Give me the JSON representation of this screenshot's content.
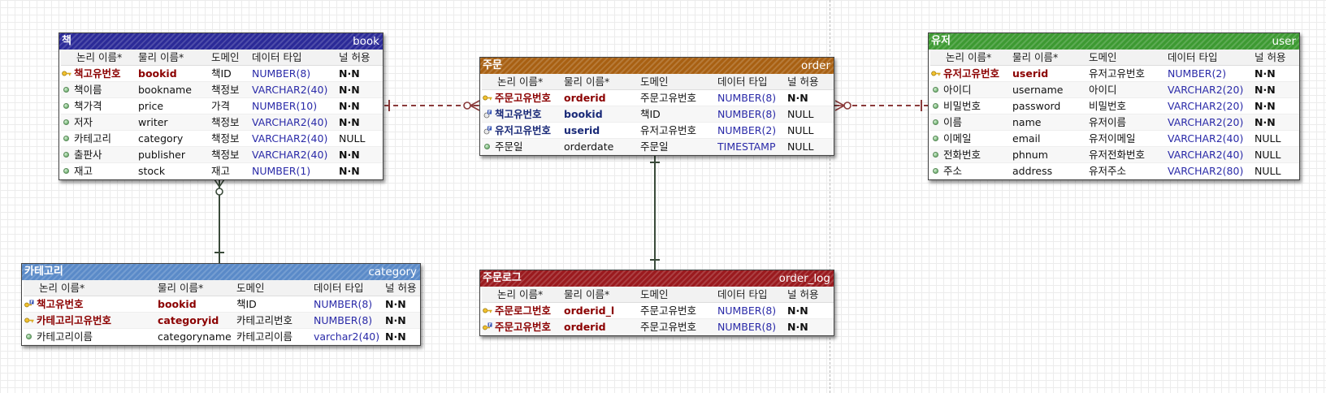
{
  "columns": {
    "logical": "논리 이름*",
    "physical": "물리 이름*",
    "domain": "도메인",
    "datatype": "데이터 타입",
    "nullable": "널 허용"
  },
  "colors": {
    "book": "#2b2a98",
    "category": "#5a8ac8",
    "order": "#a86012",
    "user": "#3d9a32",
    "order_log": "#9a1a1e",
    "relationship": "#8a3a3a",
    "grid": "#ececec"
  },
  "icons": {
    "primary_key": "key-icon",
    "foreign_key": "foreign-key-icon",
    "primary_foreign_key": "primary-foreign-key-icon",
    "attribute": "attribute-dot-icon"
  },
  "entities": {
    "book": {
      "logical": "책",
      "physical": "book",
      "rows": [
        {
          "kind": "pk",
          "logical": "책고유번호",
          "physical": "bookid",
          "domain": "책ID",
          "type": "NUMBER(8)",
          "null": "N·N"
        },
        {
          "kind": "attr",
          "logical": "책이름",
          "physical": "bookname",
          "domain": "책정보",
          "type": "VARCHAR2(40)",
          "null": "N·N"
        },
        {
          "kind": "attr",
          "logical": "책가격",
          "physical": "price",
          "domain": "가격",
          "type": "NUMBER(10)",
          "null": "N·N"
        },
        {
          "kind": "attr",
          "logical": "저자",
          "physical": "writer",
          "domain": "책정보",
          "type": "VARCHAR2(40)",
          "null": "N·N"
        },
        {
          "kind": "attr",
          "logical": "카테고리",
          "physical": "category",
          "domain": "책정보",
          "type": "VARCHAR2(40)",
          "null": "NULL"
        },
        {
          "kind": "attr",
          "logical": "출판사",
          "physical": "publisher",
          "domain": "책정보",
          "type": "VARCHAR2(40)",
          "null": "N·N"
        },
        {
          "kind": "attr",
          "logical": "재고",
          "physical": "stock",
          "domain": "재고",
          "type": "NUMBER(1)",
          "null": "N·N"
        }
      ]
    },
    "category": {
      "logical": "카테고리",
      "physical": "category",
      "rows": [
        {
          "kind": "pkfk",
          "logical": "책고유번호",
          "physical": "bookid",
          "domain": "책ID",
          "type": "NUMBER(8)",
          "null": "N·N"
        },
        {
          "kind": "pk",
          "logical": "카테고리고유번호",
          "physical": "categoryid",
          "domain": "카테고리번호",
          "type": "NUMBER(8)",
          "null": "N·N"
        },
        {
          "kind": "attr",
          "logical": "카테고리이름",
          "physical": "categoryname",
          "domain": "카테고리이름",
          "type": "varchar2(40)",
          "null": "N·N"
        }
      ]
    },
    "order": {
      "logical": "주문",
      "physical": "order",
      "rows": [
        {
          "kind": "pk",
          "logical": "주문고유번호",
          "physical": "orderid",
          "domain": "주문고유번호",
          "type": "NUMBER(8)",
          "null": "N·N"
        },
        {
          "kind": "fk",
          "logical": "책고유번호",
          "physical": "bookid",
          "domain": "책ID",
          "type": "NUMBER(8)",
          "null": "NULL"
        },
        {
          "kind": "fk",
          "logical": "유저고유번호",
          "physical": "userid",
          "domain": "유저고유번호",
          "type": "NUMBER(2)",
          "null": "NULL"
        },
        {
          "kind": "attr",
          "logical": "주문일",
          "physical": "orderdate",
          "domain": "주문일",
          "type": "TIMESTAMP",
          "null": "NULL"
        }
      ]
    },
    "order_log": {
      "logical": "주문로그",
      "physical": "order_log",
      "rows": [
        {
          "kind": "pk",
          "logical": "주문로그번호",
          "physical": "orderid_l",
          "domain": "주문고유번호",
          "type": "NUMBER(8)",
          "null": "N·N"
        },
        {
          "kind": "pkfk",
          "logical": "주문고유번호",
          "physical": "orderid",
          "domain": "주문고유번호",
          "type": "NUMBER(8)",
          "null": "N·N"
        }
      ]
    },
    "user": {
      "logical": "유저",
      "physical": "user",
      "rows": [
        {
          "kind": "pk",
          "logical": "유저고유번호",
          "physical": "userid",
          "domain": "유저고유번호",
          "type": "NUMBER(2)",
          "null": "N·N"
        },
        {
          "kind": "attr",
          "logical": "아이디",
          "physical": "username",
          "domain": "아이디",
          "type": "VARCHAR2(20)",
          "null": "N·N"
        },
        {
          "kind": "attr",
          "logical": "비밀번호",
          "physical": "password",
          "domain": "비밀번호",
          "type": "VARCHAR2(20)",
          "null": "N·N"
        },
        {
          "kind": "attr",
          "logical": "이름",
          "physical": "name",
          "domain": "유저이름",
          "type": "VARCHAR2(20)",
          "null": "N·N"
        },
        {
          "kind": "attr",
          "logical": "이메일",
          "physical": "email",
          "domain": "유저이메일",
          "type": "VARCHAR2(40)",
          "null": "NULL"
        },
        {
          "kind": "attr",
          "logical": "전화번호",
          "physical": "phnum",
          "domain": "유저전화번호",
          "type": "VARCHAR2(40)",
          "null": "NULL"
        },
        {
          "kind": "attr",
          "logical": "주소",
          "physical": "address",
          "domain": "유저주소",
          "type": "VARCHAR2(80)",
          "null": "NULL"
        }
      ]
    }
  },
  "relationships": [
    {
      "from": "book",
      "to": "order",
      "style": "dashed",
      "from_end": "one",
      "to_end": "zero-or-many"
    },
    {
      "from": "user",
      "to": "order",
      "style": "dashed",
      "from_end": "one",
      "to_end": "zero-or-many"
    },
    {
      "from": "book",
      "to": "category",
      "style": "solid",
      "from_end": "zero-or-many",
      "to_end": "one"
    },
    {
      "from": "order",
      "to": "order_log",
      "style": "solid",
      "from_end": "one",
      "to_end": "one"
    }
  ]
}
